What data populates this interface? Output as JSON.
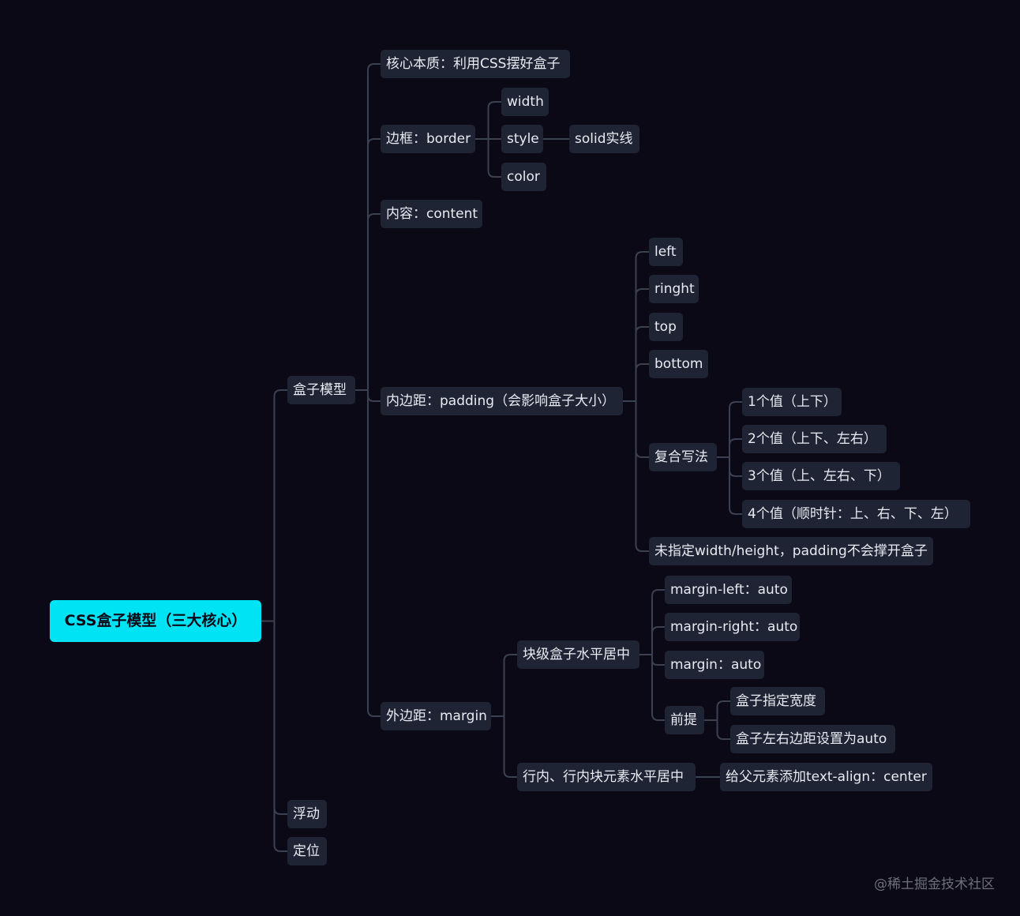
{
  "mindmap": {
    "root": "CSS盒子模型（三大核心）",
    "box_model": {
      "label": "盒子模型",
      "essence": "核心本质：利用CSS摆好盒子",
      "border": {
        "label": "边框：border",
        "width": "width",
        "style": "style",
        "style_value": "solid实线",
        "color": "color"
      },
      "content": "内容：content",
      "padding": {
        "label": "内边距：padding（会影响盒子大小）",
        "left": "left",
        "right": "ringht",
        "top": "top",
        "bottom": "bottom",
        "shorthand": {
          "label": "复合写法",
          "one": "1个值（上下）",
          "two": "2个值（上下、左右）",
          "three": "3个值（上、左右、下）",
          "four": "4个值（顺时针：上、右、下、左）"
        },
        "note": "未指定width/height，padding不会撑开盒子"
      },
      "margin": {
        "label": "外边距：margin",
        "block_center": {
          "label": "块级盒子水平居中",
          "left_auto": "margin-left：auto",
          "right_auto": "margin-right：auto",
          "auto": "margin：auto",
          "premise": {
            "label": "前提",
            "width": "盒子指定宽度",
            "lr_auto": "盒子左右边距设置为auto"
          }
        },
        "inline_center": {
          "label": "行内、行内块元素水平居中",
          "text_align": "给父元素添加text-align：center"
        }
      }
    },
    "float": "浮动",
    "position": "定位"
  },
  "watermark": "@稀土掘金技术社区",
  "colors": {
    "background": "#0c0916",
    "node": "#1e2433",
    "root": "#00e3f5",
    "line": "#3a4150",
    "text": "#e8ebf2"
  }
}
